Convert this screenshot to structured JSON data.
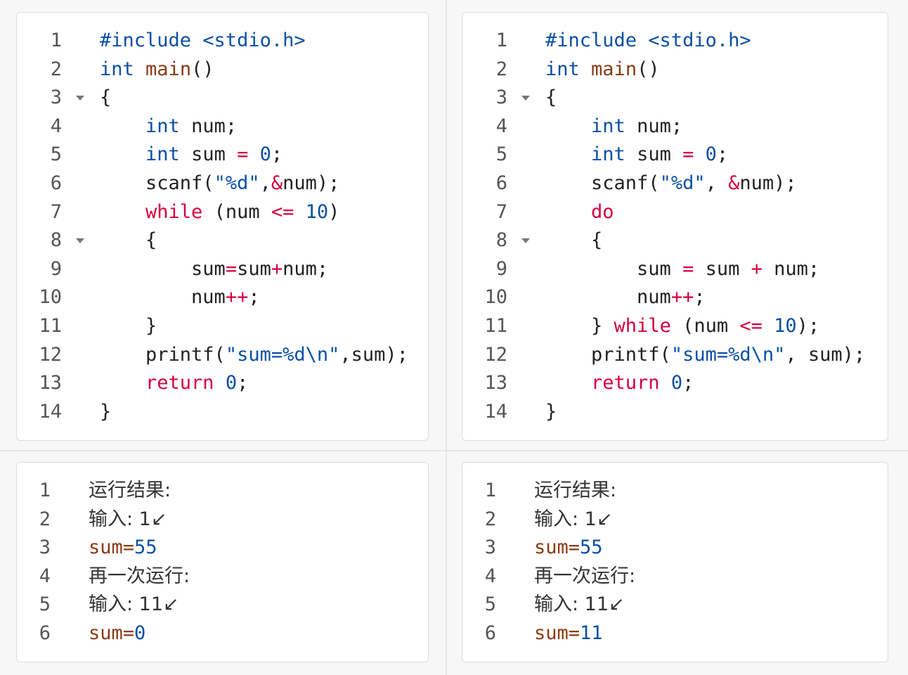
{
  "colors": {
    "keyword": "#0b4fa5",
    "function": "#8a3a12",
    "control": "#d6003c",
    "number": "#0b4fa5"
  },
  "left_code": {
    "line_numbers": [
      "1",
      "2",
      "3",
      "4",
      "5",
      "6",
      "7",
      "8",
      "9",
      "10",
      "11",
      "12",
      "13",
      "14"
    ],
    "fold_lines": [
      3,
      8
    ],
    "lines": [
      [
        {
          "t": "#include <stdio.h>",
          "c": "pre"
        }
      ],
      [
        {
          "t": "int",
          "c": "kw"
        },
        {
          "t": " "
        },
        {
          "t": "main",
          "c": "fn"
        },
        {
          "t": "()"
        }
      ],
      [
        {
          "t": "{"
        }
      ],
      [
        {
          "t": "    "
        },
        {
          "t": "int",
          "c": "kw"
        },
        {
          "t": " num;"
        }
      ],
      [
        {
          "t": "    "
        },
        {
          "t": "int",
          "c": "kw"
        },
        {
          "t": " sum "
        },
        {
          "t": "=",
          "c": "op"
        },
        {
          "t": " "
        },
        {
          "t": "0",
          "c": "num"
        },
        {
          "t": ";"
        }
      ],
      [
        {
          "t": "    scanf("
        },
        {
          "t": "\"%d\"",
          "c": "str"
        },
        {
          "t": ","
        },
        {
          "t": "&",
          "c": "op"
        },
        {
          "t": "num);"
        }
      ],
      [
        {
          "t": "    "
        },
        {
          "t": "while",
          "c": "ctl"
        },
        {
          "t": " (num "
        },
        {
          "t": "<=",
          "c": "op"
        },
        {
          "t": " "
        },
        {
          "t": "10",
          "c": "num"
        },
        {
          "t": ")"
        }
      ],
      [
        {
          "t": "    {"
        }
      ],
      [
        {
          "t": "        sum"
        },
        {
          "t": "=",
          "c": "op"
        },
        {
          "t": "sum"
        },
        {
          "t": "+",
          "c": "op"
        },
        {
          "t": "num;"
        }
      ],
      [
        {
          "t": "        num"
        },
        {
          "t": "++",
          "c": "op"
        },
        {
          "t": ";"
        }
      ],
      [
        {
          "t": "    }"
        }
      ],
      [
        {
          "t": "    printf("
        },
        {
          "t": "\"sum=%d\\n\"",
          "c": "str"
        },
        {
          "t": ",sum);"
        }
      ],
      [
        {
          "t": "    "
        },
        {
          "t": "return",
          "c": "ctl"
        },
        {
          "t": " "
        },
        {
          "t": "0",
          "c": "num"
        },
        {
          "t": ";"
        }
      ],
      [
        {
          "t": "}"
        }
      ]
    ]
  },
  "right_code": {
    "line_numbers": [
      "1",
      "2",
      "3",
      "4",
      "5",
      "6",
      "7",
      "8",
      "9",
      "10",
      "11",
      "12",
      "13",
      "14"
    ],
    "fold_lines": [
      3,
      8
    ],
    "lines": [
      [
        {
          "t": "#include <stdio.h>",
          "c": "pre"
        }
      ],
      [
        {
          "t": "int",
          "c": "kw"
        },
        {
          "t": " "
        },
        {
          "t": "main",
          "c": "fn"
        },
        {
          "t": "()"
        }
      ],
      [
        {
          "t": "{"
        }
      ],
      [
        {
          "t": "    "
        },
        {
          "t": "int",
          "c": "kw"
        },
        {
          "t": " num;"
        }
      ],
      [
        {
          "t": "    "
        },
        {
          "t": "int",
          "c": "kw"
        },
        {
          "t": " sum "
        },
        {
          "t": "=",
          "c": "op"
        },
        {
          "t": " "
        },
        {
          "t": "0",
          "c": "num"
        },
        {
          "t": ";"
        }
      ],
      [
        {
          "t": "    scanf("
        },
        {
          "t": "\"%d\"",
          "c": "str"
        },
        {
          "t": ", "
        },
        {
          "t": "&",
          "c": "op"
        },
        {
          "t": "num);"
        }
      ],
      [
        {
          "t": "    "
        },
        {
          "t": "do",
          "c": "ctl"
        }
      ],
      [
        {
          "t": "    {"
        }
      ],
      [
        {
          "t": "        sum "
        },
        {
          "t": "=",
          "c": "op"
        },
        {
          "t": " sum "
        },
        {
          "t": "+",
          "c": "op"
        },
        {
          "t": " num;"
        }
      ],
      [
        {
          "t": "        num"
        },
        {
          "t": "++",
          "c": "op"
        },
        {
          "t": ";"
        }
      ],
      [
        {
          "t": "    } "
        },
        {
          "t": "while",
          "c": "ctl"
        },
        {
          "t": " (num "
        },
        {
          "t": "<=",
          "c": "op"
        },
        {
          "t": " "
        },
        {
          "t": "10",
          "c": "num"
        },
        {
          "t": ");"
        }
      ],
      [
        {
          "t": "    printf("
        },
        {
          "t": "\"sum=%d\\n\"",
          "c": "str"
        },
        {
          "t": ", sum);"
        }
      ],
      [
        {
          "t": "    "
        },
        {
          "t": "return",
          "c": "ctl"
        },
        {
          "t": " "
        },
        {
          "t": "0",
          "c": "num"
        },
        {
          "t": ";"
        }
      ],
      [
        {
          "t": "}"
        }
      ]
    ]
  },
  "left_result": {
    "line_numbers": [
      "1",
      "2",
      "3",
      "4",
      "5",
      "6"
    ],
    "lines": [
      [
        {
          "t": "运行结果:",
          "c": "res-text"
        }
      ],
      [
        {
          "t": "输入: 1↙",
          "c": "res-text"
        }
      ],
      [
        {
          "t": "sum",
          "c": "res-var"
        },
        {
          "t": "=",
          "c": "res-var"
        },
        {
          "t": "55",
          "c": "res-num"
        }
      ],
      [
        {
          "t": "再一次运行:",
          "c": "res-text"
        }
      ],
      [
        {
          "t": "输入: 11↙",
          "c": "res-text"
        }
      ],
      [
        {
          "t": "sum",
          "c": "res-var"
        },
        {
          "t": "=",
          "c": "res-var"
        },
        {
          "t": "0",
          "c": "res-num"
        }
      ]
    ]
  },
  "right_result": {
    "line_numbers": [
      "1",
      "2",
      "3",
      "4",
      "5",
      "6"
    ],
    "lines": [
      [
        {
          "t": "运行结果:",
          "c": "res-text"
        }
      ],
      [
        {
          "t": "输入: 1↙",
          "c": "res-text"
        }
      ],
      [
        {
          "t": "sum",
          "c": "res-var"
        },
        {
          "t": "=",
          "c": "res-var"
        },
        {
          "t": "55",
          "c": "res-num"
        }
      ],
      [
        {
          "t": "再一次运行:",
          "c": "res-text"
        }
      ],
      [
        {
          "t": "输入: 11↙",
          "c": "res-text"
        }
      ],
      [
        {
          "t": "sum",
          "c": "res-var"
        },
        {
          "t": "=",
          "c": "res-var"
        },
        {
          "t": "11",
          "c": "res-num"
        }
      ]
    ]
  }
}
